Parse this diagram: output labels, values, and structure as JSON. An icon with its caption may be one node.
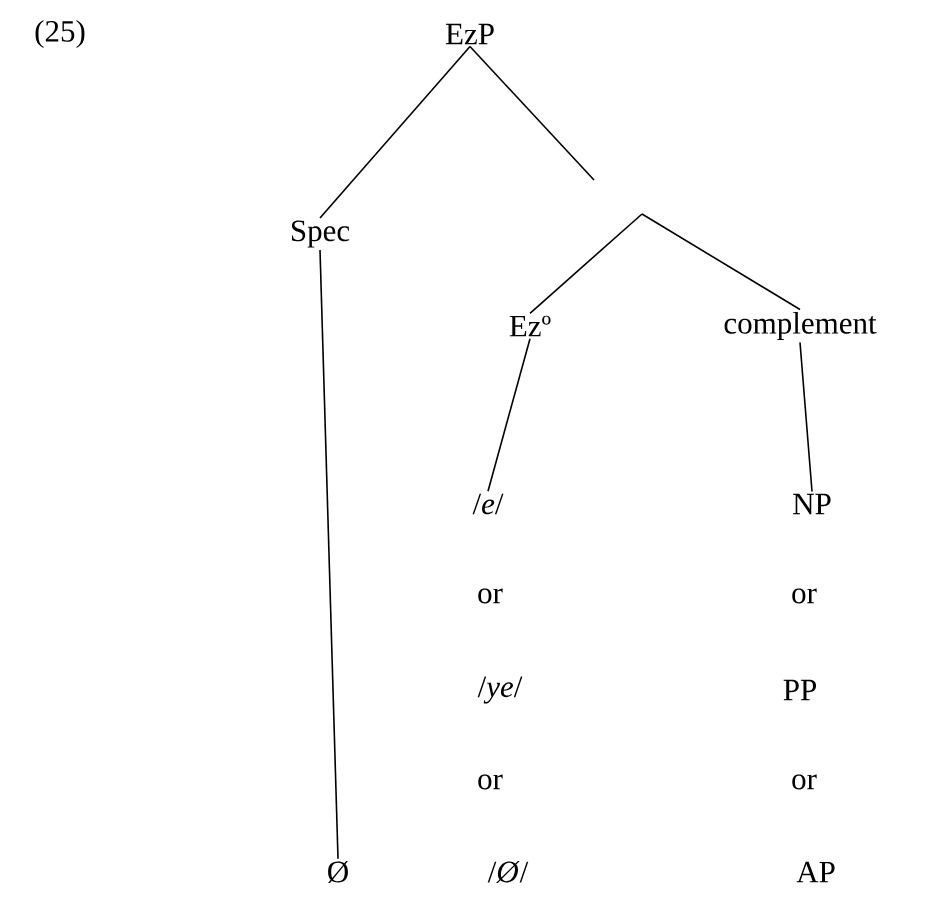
{
  "diagram": {
    "nodes": [
      {
        "text": [
          "EzP"
        ]
      },
      {
        "text": [
          "Spec"
        ]
      },
      {
        "text": [
          "Ezº"
        ]
      },
      {
        "text": [
          "complement"
        ]
      },
      {
        "text": [
          "Ø"
        ]
      },
      {
        "text": [
          "/*e*/"
        ]
      },
      {
        "text": [
          "NP"
        ]
      }
    ],
    "edges": [
      {
        "from": 0,
        "to": 1,
        "arrow": "none"
      },
      {
        "from": 0,
        "to": null,
        "arrow": "none"
      },
      {
        "from": null,
        "to": 2,
        "arrow": "none"
      },
      {
        "from": null,
        "to": 3,
        "arrow": "none"
      },
      {
        "from": 1,
        "to": 4,
        "arrow": "none"
      },
      {
        "from": 2,
        "to": 5,
        "arrow": "none"
      },
      {
        "from": 3,
        "to": 6,
        "arrow": "none"
      }
    ],
    "labels": [
      "(25)",
      "or",
      "or",
      "/*ye*/",
      "PP",
      "or",
      "or",
      "/*Ø*/",
      "AP"
    ]
  }
}
